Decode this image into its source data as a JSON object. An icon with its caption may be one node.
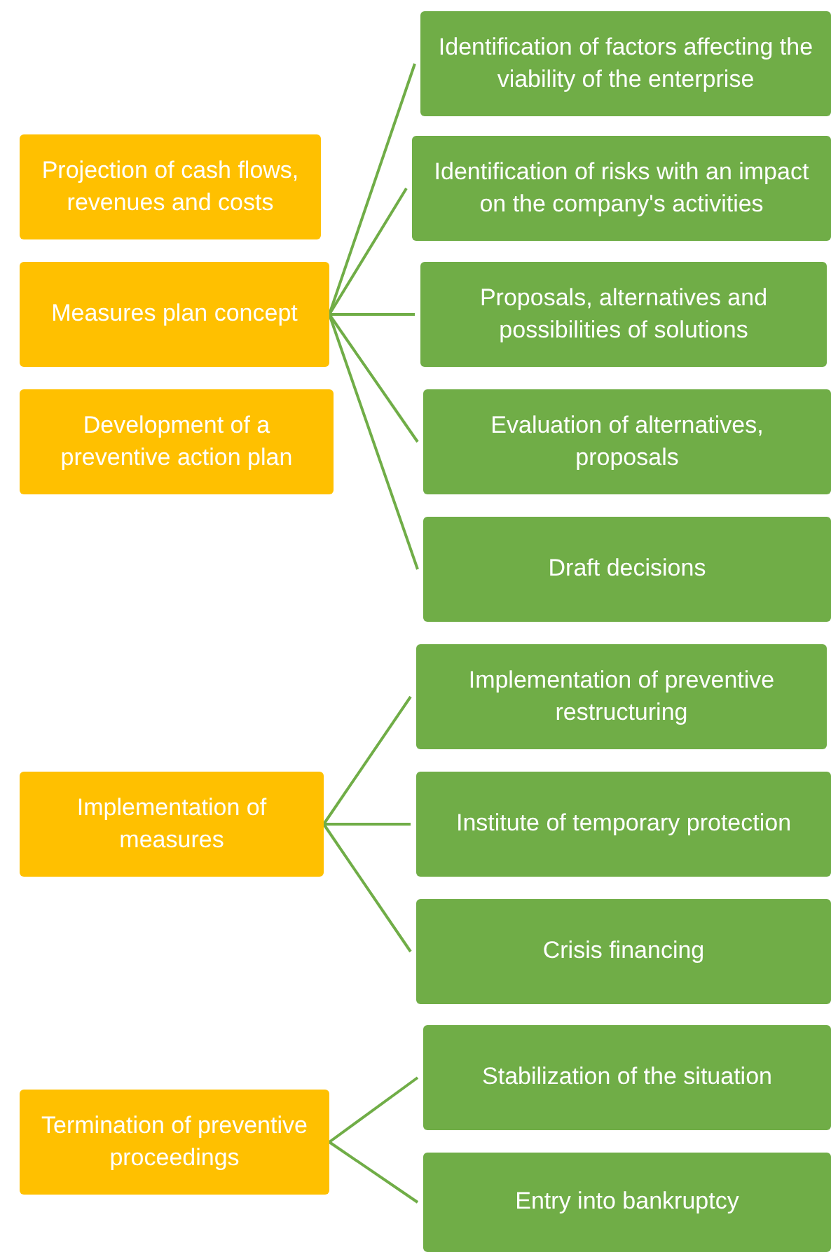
{
  "diagram": {
    "nodes": [
      {
        "text": [
          "Projection of cash flows, revenues and costs"
        ]
      },
      {
        "text": [
          "Measures plan concept"
        ]
      },
      {
        "text": [
          "Development of a preventive action plan"
        ]
      },
      {
        "text": [
          "Identification of factors affecting the viability of the enterprise"
        ]
      },
      {
        "text": [
          "Identification of risks with an impact on the company's activities"
        ]
      },
      {
        "text": [
          "Proposals, alternatives and possibilities of solutions"
        ]
      },
      {
        "text": [
          "Evaluation of alternatives, proposals"
        ]
      },
      {
        "text": [
          "Draft decisions"
        ]
      },
      {
        "text": [
          "Implementation of measures"
        ]
      },
      {
        "text": [
          "Implementation of preventive restructuring"
        ]
      },
      {
        "text": [
          "Institute of temporary protection"
        ]
      },
      {
        "text": [
          "Crisis financing"
        ]
      },
      {
        "text": [
          "Termination of preventive proceedings"
        ]
      },
      {
        "text": [
          "Stabilization of the situation"
        ]
      },
      {
        "text": [
          "Entry into bankruptcy"
        ]
      }
    ],
    "edges": [
      {
        "from": 1,
        "to": 3,
        "arrow": "none"
      },
      {
        "from": 1,
        "to": 4,
        "arrow": "none"
      },
      {
        "from": 1,
        "to": 5,
        "arrow": "none"
      },
      {
        "from": 1,
        "to": 6,
        "arrow": "none"
      },
      {
        "from": 1,
        "to": 7,
        "arrow": "none"
      },
      {
        "from": 8,
        "to": 9,
        "arrow": "none"
      },
      {
        "from": 8,
        "to": 10,
        "arrow": "none"
      },
      {
        "from": 8,
        "to": 11,
        "arrow": "none"
      },
      {
        "from": 12,
        "to": 13,
        "arrow": "none"
      },
      {
        "from": 12,
        "to": 14,
        "arrow": "none"
      }
    ]
  }
}
